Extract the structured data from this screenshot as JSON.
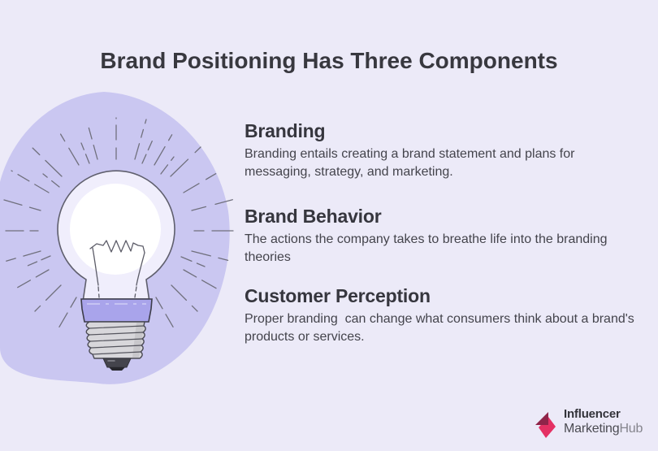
{
  "title": "Brand Positioning Has Three Components",
  "sections": [
    {
      "heading": "Branding",
      "body": "Branding entails creating a brand statement and plans for messaging, strategy, and marketing."
    },
    {
      "heading": "Brand Behavior",
      "body": "The actions the company takes to breathe life into the branding theories"
    },
    {
      "heading": "Customer Perception",
      "body": "Proper branding  can change what consumers think about a brand's products or services."
    }
  ],
  "illustration": {
    "icon": "lightbulb-with-rays"
  },
  "logo": {
    "line1": "Influencer",
    "line2_part1": "Marketing",
    "line2_part2": "Hub"
  },
  "colors": {
    "background": "#eceaf8",
    "blob": "#cac7f1",
    "bulb_glass": "#f0eefc",
    "bulb_glow": "#ffffff",
    "collar": "#a9a4eb",
    "screw_base": "#d8d7db",
    "outline": "#3d3d48",
    "rays": "#70707d",
    "text": "#3b3b43",
    "logo_pink": "#e43063",
    "logo_dark_pink": "#8f2449",
    "logo_hub_gray": "#85858d"
  }
}
